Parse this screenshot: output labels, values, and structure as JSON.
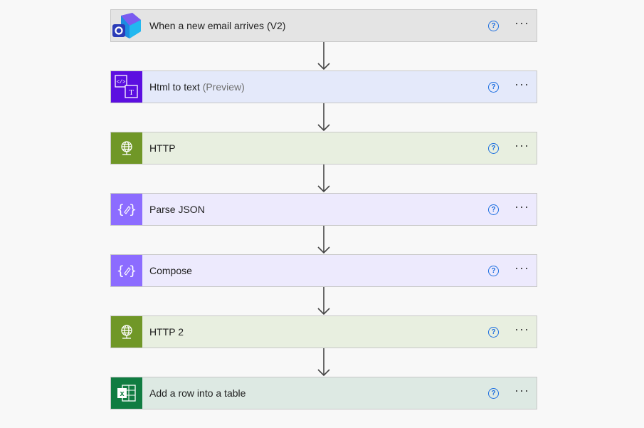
{
  "steps": [
    {
      "title": "When a new email arrives (V2)",
      "subtitle": "",
      "icon": "outlook-icon",
      "bg": "#e4e4e4",
      "icon_bg": "transparent"
    },
    {
      "title": "Html to text",
      "subtitle": "(Preview)",
      "icon": "html-to-text-icon",
      "bg": "#e4e9fa",
      "icon_bg": "#5c0fe0"
    },
    {
      "title": "HTTP",
      "subtitle": "",
      "icon": "globe-icon",
      "bg": "#e8efe0",
      "icon_bg": "#709727"
    },
    {
      "title": "Parse JSON",
      "subtitle": "",
      "icon": "data-operation-icon",
      "bg": "#edeafd",
      "icon_bg": "#8c6cff"
    },
    {
      "title": "Compose",
      "subtitle": "",
      "icon": "data-operation-icon",
      "bg": "#edeafd",
      "icon_bg": "#8c6cff"
    },
    {
      "title": "HTTP 2",
      "subtitle": "",
      "icon": "globe-icon",
      "bg": "#e8efe0",
      "icon_bg": "#709727"
    },
    {
      "title": "Add a row into a table",
      "subtitle": "",
      "icon": "excel-icon",
      "bg": "#dde9e3",
      "icon_bg": "#107c41"
    }
  ],
  "help_glyph": "?",
  "more_glyph": "···"
}
